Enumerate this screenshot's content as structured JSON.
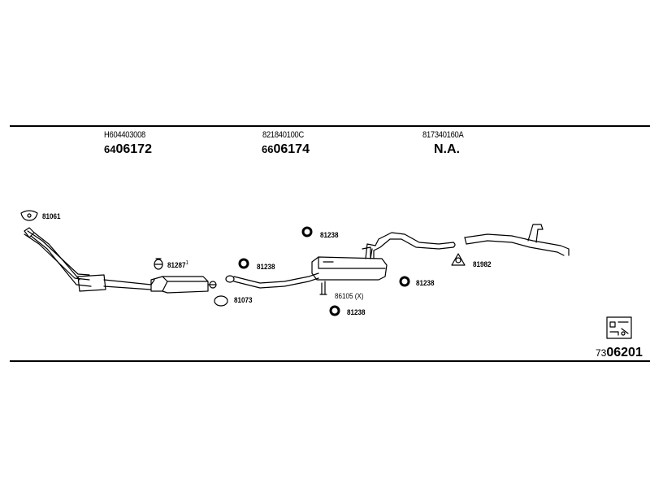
{
  "header": {
    "columns": [
      {
        "ref": "H604403008",
        "prefix": "64",
        "number": "06172"
      },
      {
        "ref": "821840100C",
        "prefix": "66",
        "number": "06174"
      },
      {
        "ref": "817340160A",
        "prefix": "",
        "number": "N.A."
      }
    ]
  },
  "parts": {
    "p81061": "81061",
    "p81287": "81287",
    "p81287_sup": "1",
    "p81073": "81073",
    "p81238_a": "81238",
    "p81238_b": "81238",
    "p81238_c": "81238",
    "p81238_d": "81238",
    "p86105": "86105 (X)",
    "p81982": "81982"
  },
  "footer": {
    "prefix": "73",
    "number": "06201"
  }
}
